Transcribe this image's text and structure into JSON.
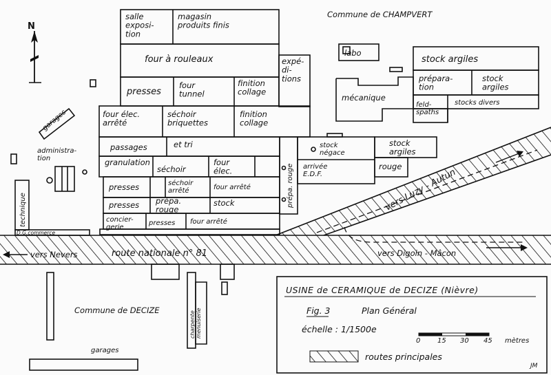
{
  "header": {
    "commune_north": "Commune de CHAMPVERT",
    "commune_south": "Commune de DECIZE"
  },
  "north": "N",
  "buildings": {
    "salle_expo": "salle\nexposi-\ntion",
    "magasin": "magasin\nproduits finis",
    "four_rouleaux": "four à rouleaux",
    "expeditions": "expé-\ndi-\ntions",
    "presses_top": "presses",
    "four_tunnel": "four\ntunnel",
    "finition_collage_1": "finition\ncollage",
    "four_elec_arrete": "four élec.\narrêté",
    "sechoir_briquettes": "séchoir\nbriquettes",
    "finition_collage_2": "finition\ncollage",
    "labo": "labo",
    "stock_argiles_top": "stock argiles",
    "preparation": "prépara-\ntion",
    "stock_argiles_mid": "stock\nargiles",
    "mecanique": "mécanique",
    "feldspaths": "feld-\nspaths",
    "stocks_divers": "stocks divers",
    "passages": "passages",
    "et_tri": "et tri",
    "granulation": "granulation",
    "sechoir": "séchoir",
    "four_elec": "four\nélec.",
    "stock_negace": "stock\nnégace",
    "stock_argiles_low": "stock\nargiles",
    "presses_1": "presses",
    "sechoir_arrete": "séchoir\narrêté",
    "four_arrete_1": "four arrêté",
    "prepa_rouge_v": "prépa. rouge",
    "arrivee_edf": "arrivée\nE.D.F.",
    "rouge": "rouge",
    "presses_2": "presses",
    "prepa_rouge": "prépa.\nrouge",
    "stock": "stock",
    "conciergerie": "concier-\ngerie",
    "presses_3": "presses",
    "four_arrete_2": "four arrêté",
    "garages_nw": "garages",
    "administration": "administra-\ntion",
    "technique": "technique",
    "d_commerce": "D.G.commerce",
    "charpente": "charpente\nmenuiserie",
    "garages_s": "garages"
  },
  "roads": {
    "nationale": "route nationale n° 81",
    "nevers": "vers Nevers",
    "luzy": "vers Luzy - Autun",
    "digoin": "vers Digoin - Mâcon"
  },
  "legend": {
    "title": "USINE de CERAMIQUE de DECIZE (Nièvre)",
    "fig": "Fig. 3",
    "subtitle": "Plan Général",
    "scale_label": "échelle : 1/1500e",
    "scale_ticks": [
      "0",
      "15",
      "30",
      "45"
    ],
    "scale_unit": "mètres",
    "routes": "routes principales"
  },
  "signature": "JM"
}
